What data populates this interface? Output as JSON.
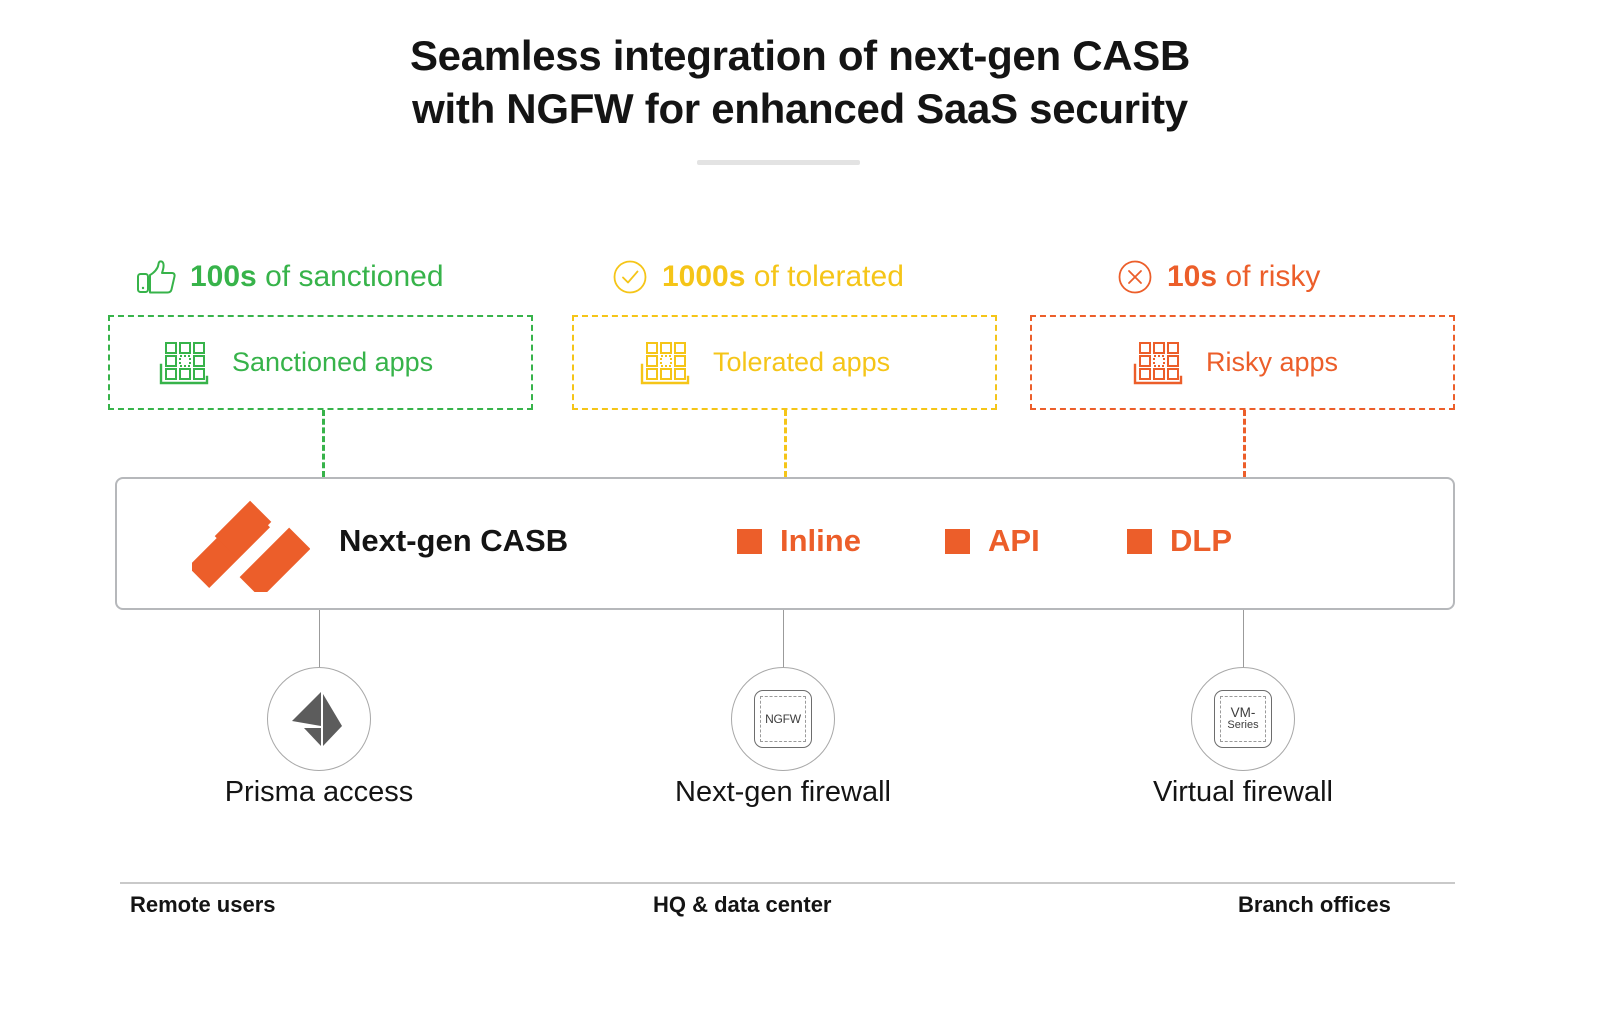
{
  "title": {
    "line1": "Seamless integration of next-gen CASB",
    "line2": "with NGFW for enhanced SaaS security"
  },
  "colors": {
    "green": "#37b34a",
    "yellow": "#f5c518",
    "red": "#ec5e2a",
    "orange_brand": "#ec5e2a",
    "text": "#141414",
    "border_gray": "#b6b8bb",
    "rule_gray": "#c9c9c9"
  },
  "columns": [
    {
      "id": "sanctioned",
      "icon": "thumbs-up-icon",
      "count": "100s",
      "qualifier": " of sanctioned",
      "box_icon": "apps-grid-icon",
      "box_label": "Sanctioned apps",
      "color": "#37b34a"
    },
    {
      "id": "tolerated",
      "icon": "check-circle-icon",
      "count": "1000s",
      "qualifier": " of tolerated",
      "box_icon": "apps-grid-icon",
      "box_label": "Tolerated apps",
      "color": "#f5c518"
    },
    {
      "id": "risky",
      "icon": "x-circle-icon",
      "count": "10s",
      "qualifier": " of risky",
      "box_icon": "apps-grid-icon",
      "box_label": "Risky apps",
      "color": "#ec5e2a"
    }
  ],
  "casb": {
    "logo_icon": "palo-alto-networks-logo",
    "label": "Next-gen CASB",
    "features": [
      {
        "label": "Inline",
        "swatch": "#ec5e2a"
      },
      {
        "label": "API",
        "swatch": "#ec5e2a"
      },
      {
        "label": "DLP",
        "swatch": "#ec5e2a"
      }
    ]
  },
  "nodes": [
    {
      "id": "prisma-access",
      "icon": "prisma-access-icon",
      "chip_line1": "",
      "chip_line2": "",
      "caption": "Prisma access",
      "footer": "Remote users"
    },
    {
      "id": "next-gen-firewall",
      "icon": "ngfw-chip-icon",
      "chip_line1": "NGFW",
      "chip_line2": "",
      "caption": "Next-gen firewall",
      "footer": "HQ & data center"
    },
    {
      "id": "virtual-firewall",
      "icon": "vm-series-chip-icon",
      "chip_line1": "VM-",
      "chip_line2": "Series",
      "caption": "Virtual firewall",
      "footer": "Branch offices"
    }
  ]
}
